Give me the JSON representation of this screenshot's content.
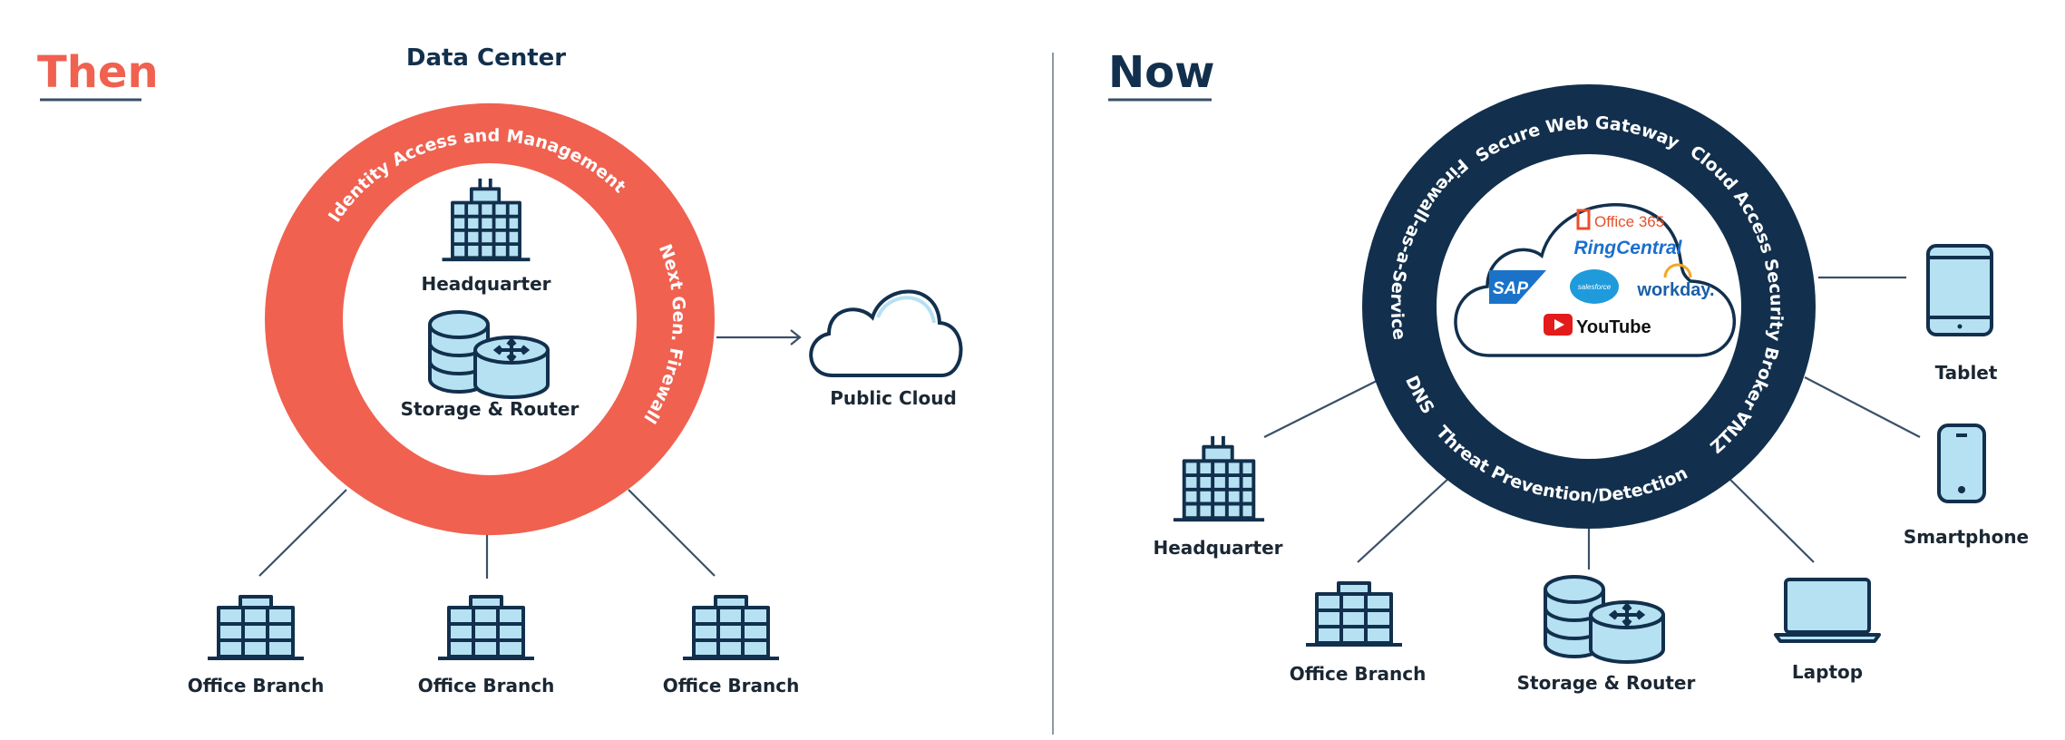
{
  "colors": {
    "then_accent": "#f06150",
    "now_accent": "#12304d",
    "icon_fill": "#b5e1f2"
  },
  "then": {
    "heading": "Then",
    "ring_title": "Data Center",
    "ring_labels": [
      "Identity Access and Management",
      "Next Gen. Firewall"
    ],
    "inside": [
      "Headquarter",
      "Storage & Router"
    ],
    "cloud_label": "Public Cloud",
    "branches": [
      "Office Branch",
      "Office Branch",
      "Office Branch"
    ]
  },
  "now": {
    "heading": "Now",
    "ring_labels": [
      "Secure Web Gateway",
      "Cloud Access Security Broker",
      "ZTNA",
      "Threat Prevention/Detection",
      "DNS",
      "Firewall-as-a-Service"
    ],
    "apps": [
      "Office 365",
      "RingCentral",
      "SAP",
      "salesforce",
      "workday.",
      "YouTube"
    ],
    "nodes": [
      "Headquarter",
      "Office Branch",
      "Storage & Router",
      "Laptop",
      "Tablet",
      "Smartphone"
    ]
  }
}
